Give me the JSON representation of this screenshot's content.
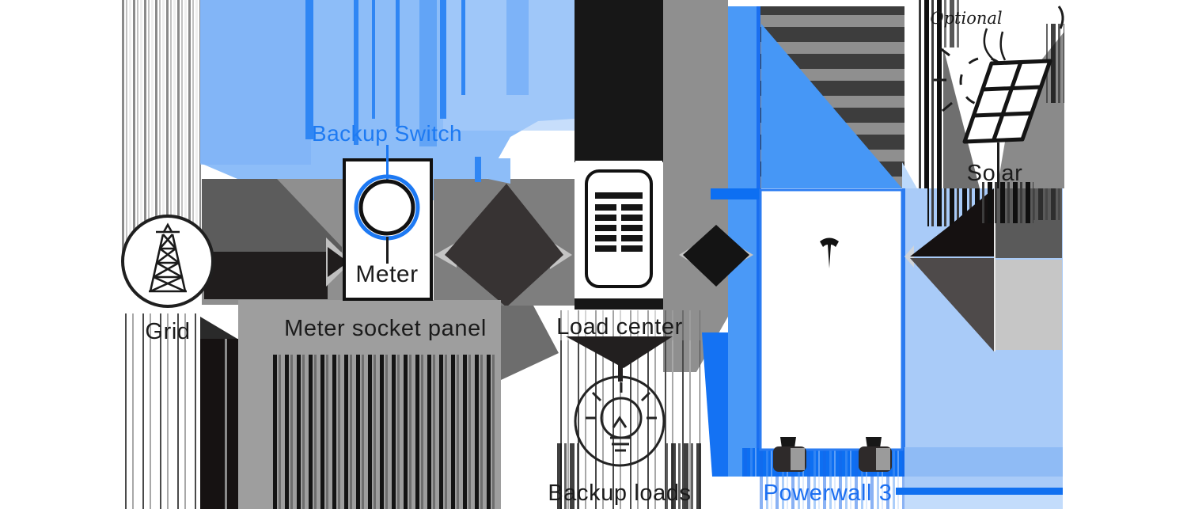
{
  "diagram": {
    "name": "Powerwall 3 whole-home backup system diagram (glitched render)",
    "labels": {
      "backup_switch": "Backup Switch",
      "grid": "Grid",
      "meter": "Meter",
      "meter_socket_panel": "Meter socket panel",
      "load_center": "Load center",
      "backup_loads": "Backup loads",
      "powerwall": "Powerwall 3",
      "solar": "Solar",
      "optional": "Optional"
    },
    "colors": {
      "accent_blue": "#1d79f3",
      "label_blue": "#1c6ff1",
      "backup_switch_blue": "#1d7af2",
      "bright_blue": "#0d6ff2",
      "mid_blue": "#4a99f7",
      "light_blue": "#8dbdf8",
      "pale_blue": "#a9cbf8",
      "powerwall_border": "#2b7cf2",
      "ink": "#1b1b1b",
      "gray_dark": "#4e4a4a",
      "gray_mid": "#8f8f8f",
      "gray_light": "#c6c6c6"
    },
    "icons": {
      "grid_icon": "transmission-tower in circle",
      "backup_switch_icon": "blue ringed circle on meter panel",
      "load_center_icon": "breaker panel with switch rows",
      "powerwall_icon": "white cabinet with tesla-t logo and casters",
      "backup_loads_icon": "lightbulb in circle",
      "solar_icon": "tilted 2x3 solar panel",
      "sun_icon": "dashed sun arc"
    }
  }
}
